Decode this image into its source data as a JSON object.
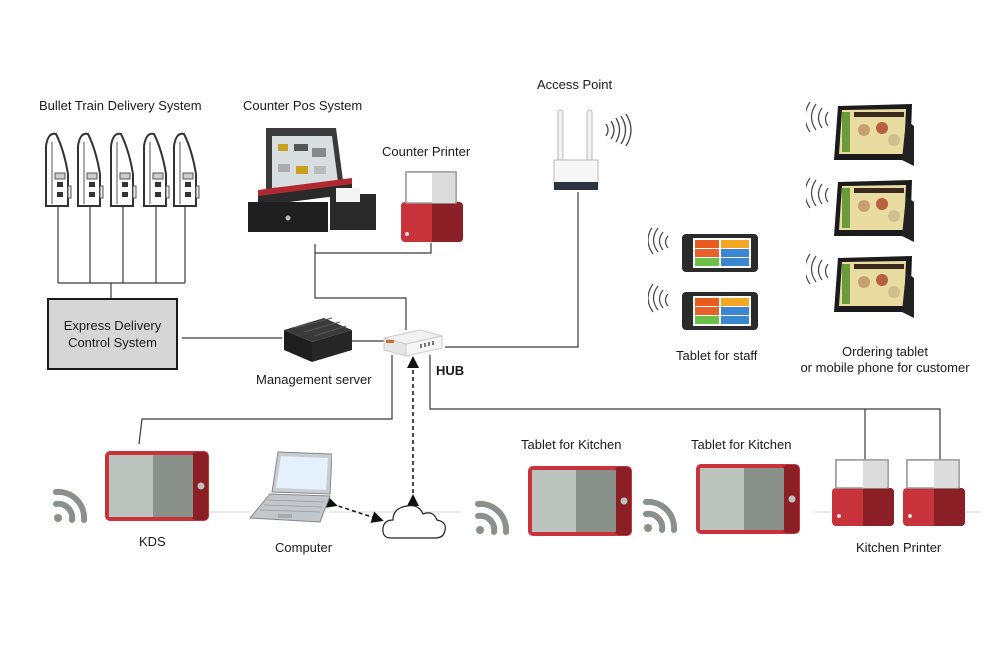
{
  "diagram": {
    "type": "restaurant-ordering-network",
    "nodes": {
      "bullet_train": {
        "label": "Bullet Train Delivery System",
        "count": 5,
        "icon": "bullet-train-icon"
      },
      "express_delivery": {
        "label_line1": "Express Delivery",
        "label_line2": "Control System"
      },
      "counter_pos": {
        "label": "Counter Pos System",
        "icon": "pos-terminal-icon"
      },
      "counter_printer": {
        "label": "Counter Printer",
        "icon": "printer-icon"
      },
      "access_point": {
        "label": "Access Point",
        "icon": "wifi-router-icon"
      },
      "management_server": {
        "label": "Management server",
        "icon": "server-icon"
      },
      "hub": {
        "label": "HUB",
        "icon": "network-switch-icon"
      },
      "staff_tablets": {
        "label": "Tablet for staff",
        "count": 2,
        "icon": "phone-icon"
      },
      "customer_tablets": {
        "label_line1": "Ordering tablet",
        "label_line2": "or mobile phone for customer",
        "count": 3,
        "icon": "tablet-icon"
      },
      "kds": {
        "label": "KDS",
        "icon": "tablet-icon"
      },
      "computer": {
        "label": "Computer",
        "icon": "laptop-icon"
      },
      "cloud": {
        "label": "",
        "icon": "cloud-icon"
      },
      "kitchen_tablet_1": {
        "label": "Tablet  for Kitchen",
        "icon": "tablet-icon"
      },
      "kitchen_tablet_2": {
        "label": "Tablet  for Kitchen",
        "icon": "tablet-icon"
      },
      "kitchen_printer": {
        "label": "Kitchen Printer",
        "count": 2,
        "icon": "printer-icon"
      }
    },
    "edges": [
      {
        "from": "bullet_train",
        "to": "express_delivery",
        "style": "solid"
      },
      {
        "from": "express_delivery",
        "to": "management_server",
        "style": "solid"
      },
      {
        "from": "management_server",
        "to": "hub",
        "style": "solid"
      },
      {
        "from": "counter_pos",
        "to": "hub",
        "style": "solid"
      },
      {
        "from": "counter_printer",
        "to": "counter_pos",
        "style": "solid"
      },
      {
        "from": "access_point",
        "to": "hub",
        "style": "solid"
      },
      {
        "from": "hub",
        "to": "kds",
        "style": "solid"
      },
      {
        "from": "hub",
        "to": "kitchen_printer",
        "style": "solid"
      },
      {
        "from": "cloud",
        "to": "hub",
        "style": "dashed-arrow"
      },
      {
        "from": "computer",
        "to": "cloud",
        "style": "dashed-bidirectional"
      }
    ],
    "colors": {
      "device_red": "#c8323a",
      "device_dark_red": "#8a1f26",
      "screen_light": "#bcc3be",
      "screen_dark": "#8a918a",
      "wifi_gray": "#8a918a",
      "wire": "#3a3a3a",
      "box_fill": "#d6d6d6"
    }
  }
}
